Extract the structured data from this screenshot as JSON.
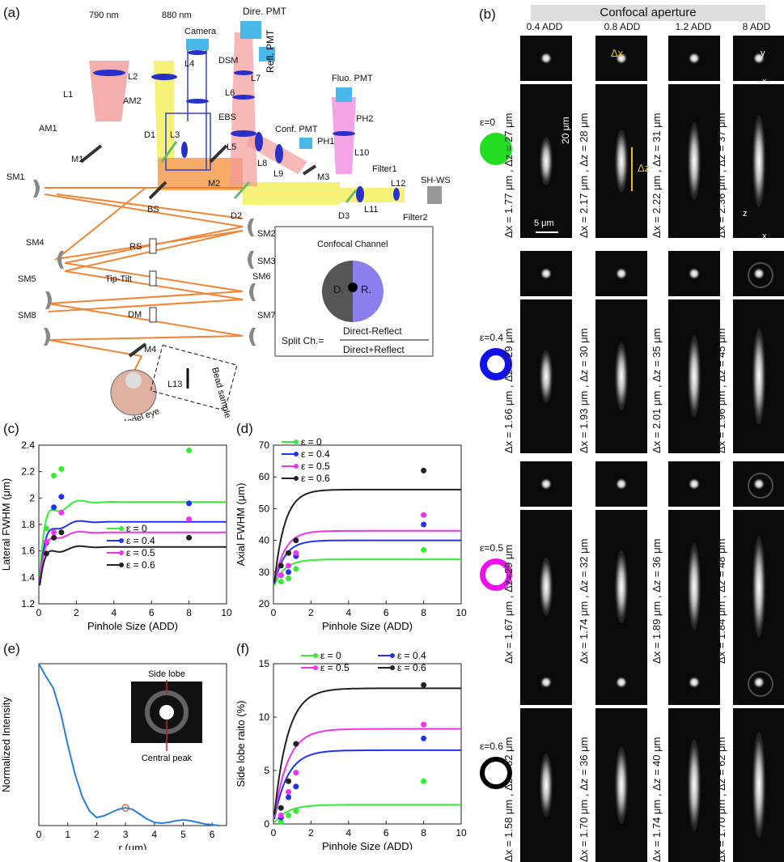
{
  "panels": {
    "a": "(a)",
    "b": "(b)",
    "c": "(c)",
    "d": "(d)",
    "e": "(e)",
    "f": "(f)"
  },
  "setup": {
    "lasers": [
      "790 nm",
      "880 nm"
    ],
    "camera": "Camera",
    "pmts": {
      "direct": "Dire. PMT",
      "reflect": "Refl. PMT",
      "fluo": "Fluo. PMT",
      "conf": "Conf. PMT"
    },
    "lenses": [
      "L1",
      "L2",
      "L3",
      "L4",
      "L5",
      "L6",
      "L7",
      "L8",
      "L9",
      "L10",
      "L11",
      "L12",
      "L13"
    ],
    "mirrors": [
      "M1",
      "M2",
      "M3",
      "M4"
    ],
    "spherical_mirrors": [
      "SM1",
      "SM2",
      "SM3",
      "SM4",
      "SM5",
      "SM6",
      "SM7",
      "SM8"
    ],
    "others": {
      "am1": "AM1",
      "am2": "AM2",
      "d1": "D1",
      "d2": "D2",
      "d3": "D3",
      "bs": "BS",
      "ebs": "EBS",
      "dsm": "DSM",
      "ph1": "PH1",
      "ph2": "PH2",
      "filter1": "Filter1",
      "filter2": "Filter2",
      "shws": "SH-WS",
      "rs": "RS",
      "tiptilt": "Tip-Tilt",
      "dm": "DM",
      "bead": "Bead sample",
      "eye": "Model eye"
    },
    "inset": {
      "title": "Confocal Channel",
      "d": "D.",
      "r": "R.",
      "split": "Split Ch.=",
      "num": "Direct-Reflect",
      "den": "Direct+Reflect"
    }
  },
  "psf": {
    "title": "Confocal aperture",
    "columns": [
      "0.4 ADD",
      "0.8 ADD",
      "1.2 ADD",
      "8 ADD"
    ],
    "annotations": {
      "dx": "Δx",
      "dz": "Δz",
      "scale20": "20 μm",
      "scale5": "5 μm",
      "x": "x",
      "y": "y",
      "z": "z"
    },
    "rows": [
      {
        "eps": "ε=0",
        "color": "#22dd22",
        "ring": false,
        "labels": [
          "Δx = 1.77 μm , Δz = 27 μm",
          "Δx = 2.17 μm , Δz = 28 μm",
          "Δx = 2.22 μm , Δz = 31 μm",
          "Δx = 2.36 μm , Δz = 37 μm"
        ]
      },
      {
        "eps": "ε=0.4",
        "color": "#1010ee",
        "ring": true,
        "labels": [
          "Δx = 1.66 μm , Δz = 29 μm",
          "Δx = 1.93 μm , Δz = 30 μm",
          "Δx = 2.01 μm , Δz = 35 μm",
          "Δx = 1.96 μm , Δz = 45 μm"
        ]
      },
      {
        "eps": "ε=0.5",
        "color": "#ee10ee",
        "ring": true,
        "labels": [
          "Δx = 1.67 μm , Δz=29 μm",
          "Δx = 1.74 μm , Δz = 32 μm",
          "Δx = 1.89 μm , Δz = 36 μm",
          "Δx = 1.84 μm , Δz = 48 μm"
        ]
      },
      {
        "eps": "ε=0.6",
        "color": "#000000",
        "ring": true,
        "labels": [
          "Δx = 1.58 μm , Δz = 32 μm",
          "Δx = 1.70 μm , Δz = 36 μm",
          "Δx = 1.74 μm , Δz = 40 μm",
          "Δx = 1.70 μm , Δz = 62 μm"
        ]
      }
    ]
  },
  "legend_eps": [
    "ε = 0",
    "ε = 0.4",
    "ε = 0.5",
    "ε = 0.6"
  ],
  "colors": {
    "eps0": "#33ee33",
    "eps04": "#2233ee",
    "eps05": "#ee33ee",
    "eps06": "#222222",
    "blue": "#2a7fd4"
  },
  "chart_data": [
    {
      "id": "c",
      "type": "scatter",
      "xlabel": "Pinhole Size (ADD)",
      "ylabel": "Lateral FWHM (μm)",
      "xlim": [
        0,
        10
      ],
      "ylim": [
        1.2,
        2.4
      ],
      "xticks": [
        "0",
        "2",
        "4",
        "6",
        "8",
        "10"
      ],
      "yticks": [
        "1.2",
        "1.4",
        "1.6",
        "1.8",
        "2",
        "2.2",
        "2.4"
      ],
      "series": [
        {
          "name": "ε = 0",
          "points": [
            [
              0.4,
              1.77
            ],
            [
              0.8,
              2.17
            ],
            [
              1.2,
              2.22
            ],
            [
              8,
              2.36
            ]
          ],
          "plateau": 1.97
        },
        {
          "name": "ε = 0.4",
          "points": [
            [
              0.4,
              1.66
            ],
            [
              0.8,
              1.93
            ],
            [
              1.2,
              2.01
            ],
            [
              8,
              1.96
            ]
          ],
          "plateau": 1.82
        },
        {
          "name": "ε = 0.5",
          "points": [
            [
              0.4,
              1.67
            ],
            [
              0.8,
              1.74
            ],
            [
              1.2,
              1.89
            ],
            [
              8,
              1.84
            ]
          ],
          "plateau": 1.74
        },
        {
          "name": "ε = 0.6",
          "points": [
            [
              0.4,
              1.58
            ],
            [
              0.8,
              1.7
            ],
            [
              1.2,
              1.74
            ],
            [
              8,
              1.7
            ]
          ],
          "plateau": 1.63
        }
      ]
    },
    {
      "id": "d",
      "type": "scatter",
      "xlabel": "Pinhole Size (ADD)",
      "ylabel": "Axial FWHM (μm)",
      "xlim": [
        0,
        10
      ],
      "ylim": [
        20,
        70
      ],
      "xticks": [
        "0",
        "2",
        "4",
        "6",
        "8",
        "10"
      ],
      "yticks": [
        "20",
        "30",
        "40",
        "50",
        "60",
        "70"
      ],
      "series": [
        {
          "name": "ε = 0",
          "points": [
            [
              0.4,
              27
            ],
            [
              0.8,
              28
            ],
            [
              1.2,
              31
            ],
            [
              8,
              37
            ]
          ],
          "plateau": 34
        },
        {
          "name": "ε = 0.4",
          "points": [
            [
              0.4,
              29
            ],
            [
              0.8,
              30
            ],
            [
              1.2,
              35
            ],
            [
              8,
              45
            ]
          ],
          "plateau": 40
        },
        {
          "name": "ε = 0.5",
          "points": [
            [
              0.4,
              29
            ],
            [
              0.8,
              32
            ],
            [
              1.2,
              36
            ],
            [
              8,
              48
            ]
          ],
          "plateau": 43
        },
        {
          "name": "ε = 0.6",
          "points": [
            [
              0.4,
              32
            ],
            [
              0.8,
              36
            ],
            [
              1.2,
              40
            ],
            [
              8,
              62
            ]
          ],
          "plateau": 56
        }
      ]
    },
    {
      "id": "e",
      "type": "line",
      "xlabel": "r (μm)",
      "ylabel": "Normalized Intensity",
      "xlim": [
        0,
        6.5
      ],
      "ylim": [
        0,
        1
      ],
      "xticks": [
        "0",
        "1",
        "2",
        "3",
        "4",
        "5",
        "6"
      ],
      "x": [
        0,
        0.25,
        0.5,
        0.75,
        1,
        1.25,
        1.5,
        1.75,
        2,
        2.25,
        2.5,
        2.75,
        3,
        3.25,
        3.5,
        3.75,
        4,
        4.25,
        4.5,
        4.75,
        5,
        5.25,
        5.5,
        5.75,
        6,
        6.25
      ],
      "y": [
        1,
        0.92,
        0.85,
        0.7,
        0.5,
        0.32,
        0.18,
        0.09,
        0.05,
        0.06,
        0.08,
        0.1,
        0.11,
        0.1,
        0.07,
        0.04,
        0.02,
        0.015,
        0.02,
        0.03,
        0.035,
        0.03,
        0.02,
        0.01,
        0.005,
        0.0
      ],
      "marker": [
        3,
        0.11
      ],
      "inset": {
        "side_lobe": "Side lobe",
        "central_peak": "Central peak"
      }
    },
    {
      "id": "f",
      "type": "scatter",
      "xlabel": "Pinhole Size (ADD)",
      "ylabel": "Side lobe raito (%)",
      "xlim": [
        0,
        10
      ],
      "ylim": [
        0,
        15
      ],
      "xticks": [
        "0",
        "2",
        "4",
        "6",
        "8",
        "10"
      ],
      "yticks": [
        "0",
        "5",
        "10",
        "15"
      ],
      "series": [
        {
          "name": "ε = 0",
          "points": [
            [
              0.4,
              0.2
            ],
            [
              0.8,
              0.8
            ],
            [
              1.2,
              1.2
            ],
            [
              8,
              4
            ]
          ],
          "plateau": 1.8
        },
        {
          "name": "ε = 0.4",
          "points": [
            [
              0.4,
              0.6
            ],
            [
              0.8,
              2.5
            ],
            [
              1.2,
              3.5
            ],
            [
              8,
              8
            ]
          ],
          "plateau": 6.9
        },
        {
          "name": "ε = 0.5",
          "points": [
            [
              0.4,
              0.8
            ],
            [
              0.8,
              3
            ],
            [
              1.2,
              4.8
            ],
            [
              8,
              9.3
            ]
          ],
          "plateau": 8.9
        },
        {
          "name": "ε = 0.6",
          "points": [
            [
              0.4,
              1.5
            ],
            [
              0.8,
              4
            ],
            [
              1.2,
              7.5
            ],
            [
              8,
              13
            ]
          ],
          "plateau": 12.7
        }
      ]
    }
  ]
}
